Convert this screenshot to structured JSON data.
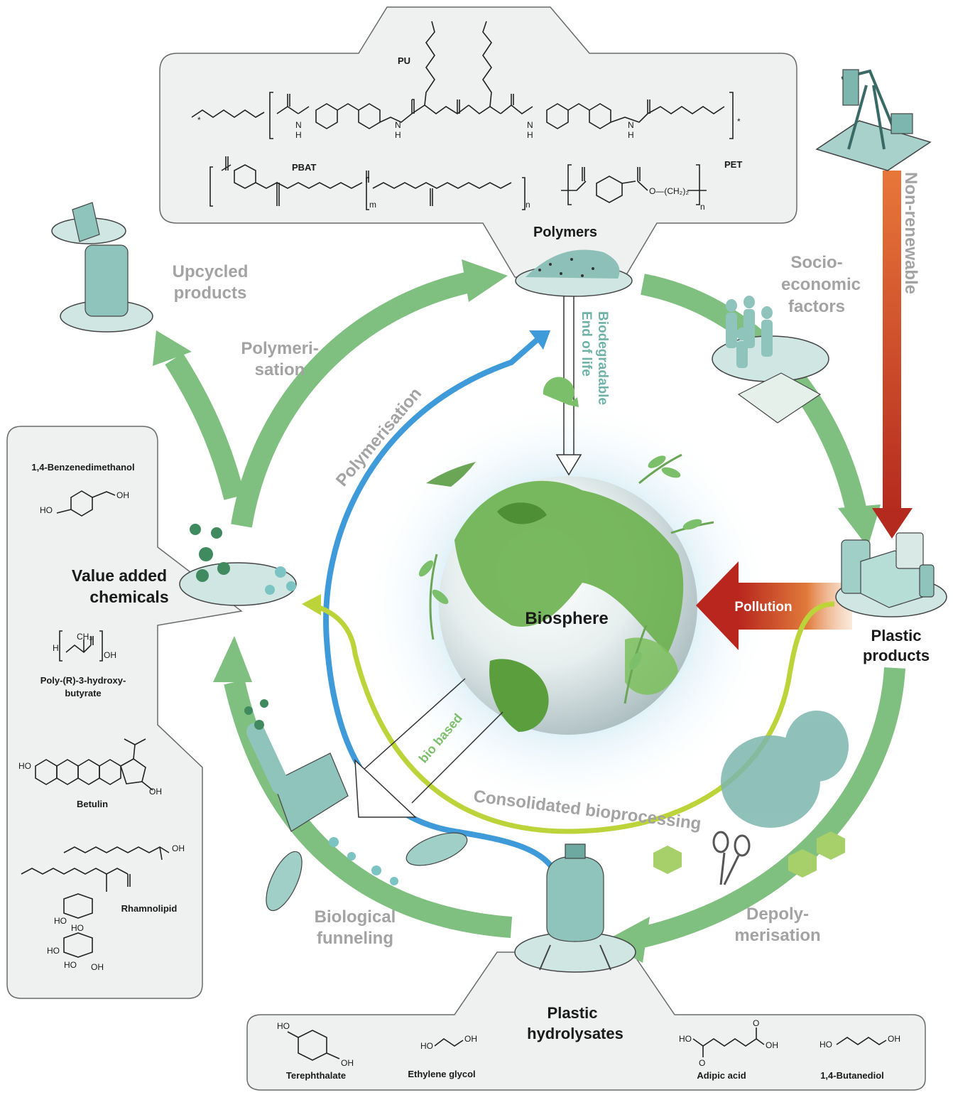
{
  "colors": {
    "cycle_green": "#7fbf7f",
    "panel_fill": "#eef1f0",
    "panel_stroke": "#6a6a6a",
    "polymerisation_blue": "#3e9ad9",
    "consolidated_yellow": "#bcd33a",
    "pollution_red": "#c0392b",
    "nonrenewable_orange": "#d9542a",
    "teal": "#5fa8a2",
    "globe_green": "#6ab04c",
    "biodegradable_text": "#6fb3a8",
    "label_grey": "#a3a3a3"
  },
  "center": {
    "title": "Biosphere"
  },
  "nodes": {
    "polymers": "Polymers",
    "plastic_products": [
      "Plastic",
      "products"
    ],
    "plastic_hydrolysates": [
      "Plastic",
      "hydrolysates"
    ],
    "value_added_chemicals": [
      "Value added",
      "chemicals"
    ],
    "upcycled_products": [
      "Upcycled",
      "products"
    ]
  },
  "processes": {
    "polymerisation_outer": [
      "Polymeri-",
      "sation"
    ],
    "socio_economic": [
      "Socio-",
      "economic",
      "factors"
    ],
    "non_renewable": "Non-renewable",
    "depolymerisation": [
      "Depoly-",
      "merisation"
    ],
    "biological_funneling": [
      "Biological",
      "funneling"
    ],
    "polymerisation_inner": "Polymerisation",
    "consolidated_bioprocessing": "Consolidated bioprocessing",
    "end_of_life": "End of life",
    "biodegradable": "Biodegradable",
    "pollution": "Pollution",
    "bio_based": "bio based"
  },
  "polymer_panel": {
    "pu_label": "PU",
    "pbat_label": "PBAT",
    "pet_label": "PET",
    "pet_chain": "O—(CH₂)₂",
    "subscript_m": "m",
    "subscript_n": "n",
    "nh": "N",
    "h": "H",
    "o": "O",
    "star": "*"
  },
  "value_chemicals_panel": {
    "items": [
      "1,4-Benzenedimethanol",
      "Poly-(R)-3-hydroxy-",
      "butyrate",
      "Betulin",
      "Rhamnolipid"
    ],
    "oh": "OH",
    "ho": "HO",
    "ch3": "CH₃",
    "h": "H"
  },
  "hydrolysate_panel": {
    "items": [
      "Terephthalate",
      "Ethylene glycol",
      "Adipic acid",
      "1,4-Butanediol"
    ],
    "oh": "OH",
    "ho": "HO",
    "o": "O"
  }
}
